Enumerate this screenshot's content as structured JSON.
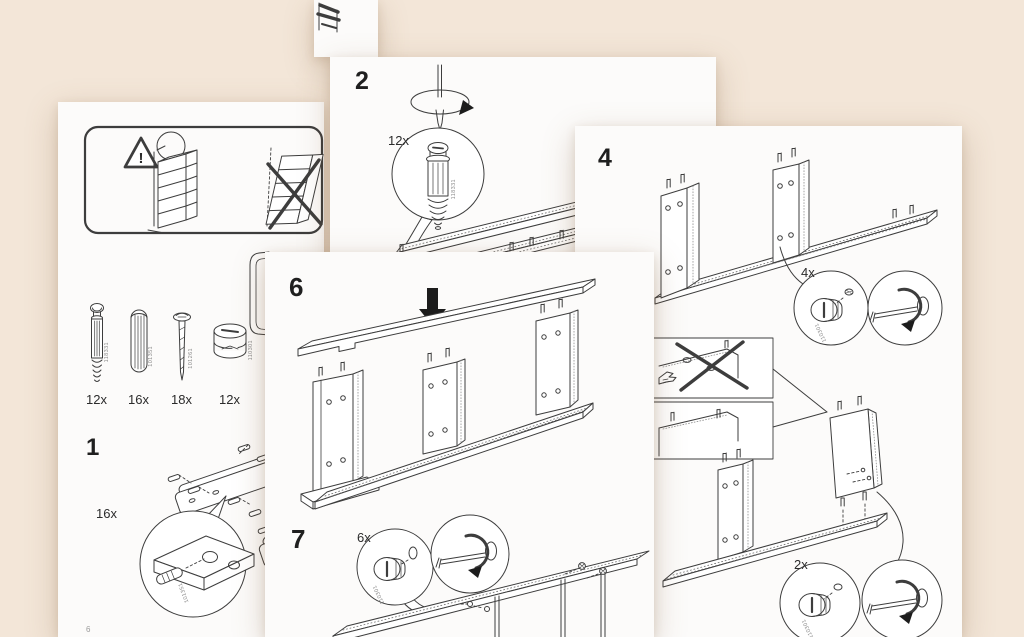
{
  "canvas": {
    "background_color": "#f3e6d8",
    "page_color": "#fcfbfa",
    "ink_color": "#3d3d3d"
  },
  "icons": {
    "warning_mark": "!"
  },
  "page1": {
    "title": "warning-and-parts-page",
    "step_label": "1",
    "page_number": "6",
    "hardware_items": [
      {
        "icon": "cam-bolt-icon",
        "qty": "12x",
        "part_number": "118331"
      },
      {
        "icon": "wood-dowel-icon",
        "qty": "16x",
        "part_number": "101351"
      },
      {
        "icon": "screw-icon",
        "qty": "18x",
        "part_number": "101261"
      },
      {
        "icon": "cam-lock-icon",
        "qty": "12x",
        "part_number": "110301"
      }
    ],
    "step1_callout": {
      "qty": "16x",
      "part_number": "101351"
    }
  },
  "page2": {
    "title": "step-2-page",
    "step_label": "2",
    "callout": {
      "qty": "12x",
      "part_number": "118331"
    }
  },
  "page4": {
    "title": "step-4-page",
    "step_label": "4",
    "callout_top": {
      "qty": "4x",
      "part_number": "110301"
    },
    "callout_bottom": {
      "qty": "2x",
      "part_number": "110301"
    }
  },
  "page6": {
    "title": "step-6-7-page",
    "step6_label": "6",
    "step7_label": "7",
    "step7_callout": {
      "qty": "6x",
      "part_number": "110301"
    }
  }
}
